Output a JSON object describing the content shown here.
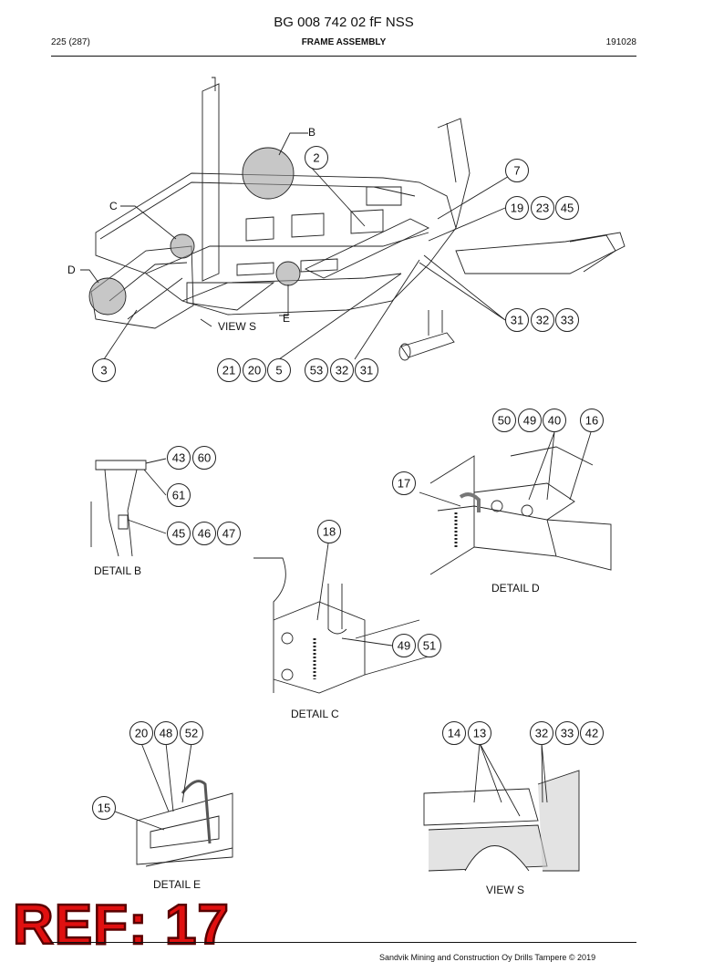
{
  "header": {
    "doc_id": "BG 008 742 02 fF NSS",
    "page": "225 (287)",
    "title": "FRAME ASSEMBLY",
    "date": "191028"
  },
  "view_labels": {
    "b": "B",
    "c": "C",
    "d": "D",
    "e": "E",
    "view_s": "VIEW S",
    "detail_b": "DETAIL B",
    "detail_c": "DETAIL C",
    "detail_d": "DETAIL D",
    "detail_e": "DETAIL E",
    "view_s_bottom": "VIEW S"
  },
  "callouts": [
    "2",
    "7",
    "19",
    "23",
    "45",
    "31",
    "32",
    "33",
    "3",
    "21",
    "20",
    "5",
    "53",
    "32",
    "31",
    "50",
    "49",
    "40",
    "16",
    "43",
    "60",
    "61",
    "45",
    "46",
    "47",
    "17",
    "18",
    "49",
    "51",
    "20",
    "48",
    "52",
    "14",
    "13",
    "32",
    "33",
    "42",
    "15"
  ],
  "stamp": "REF: 17",
  "footer": "Sandvik Mining and Construction Oy Drills Tampere © 2019"
}
